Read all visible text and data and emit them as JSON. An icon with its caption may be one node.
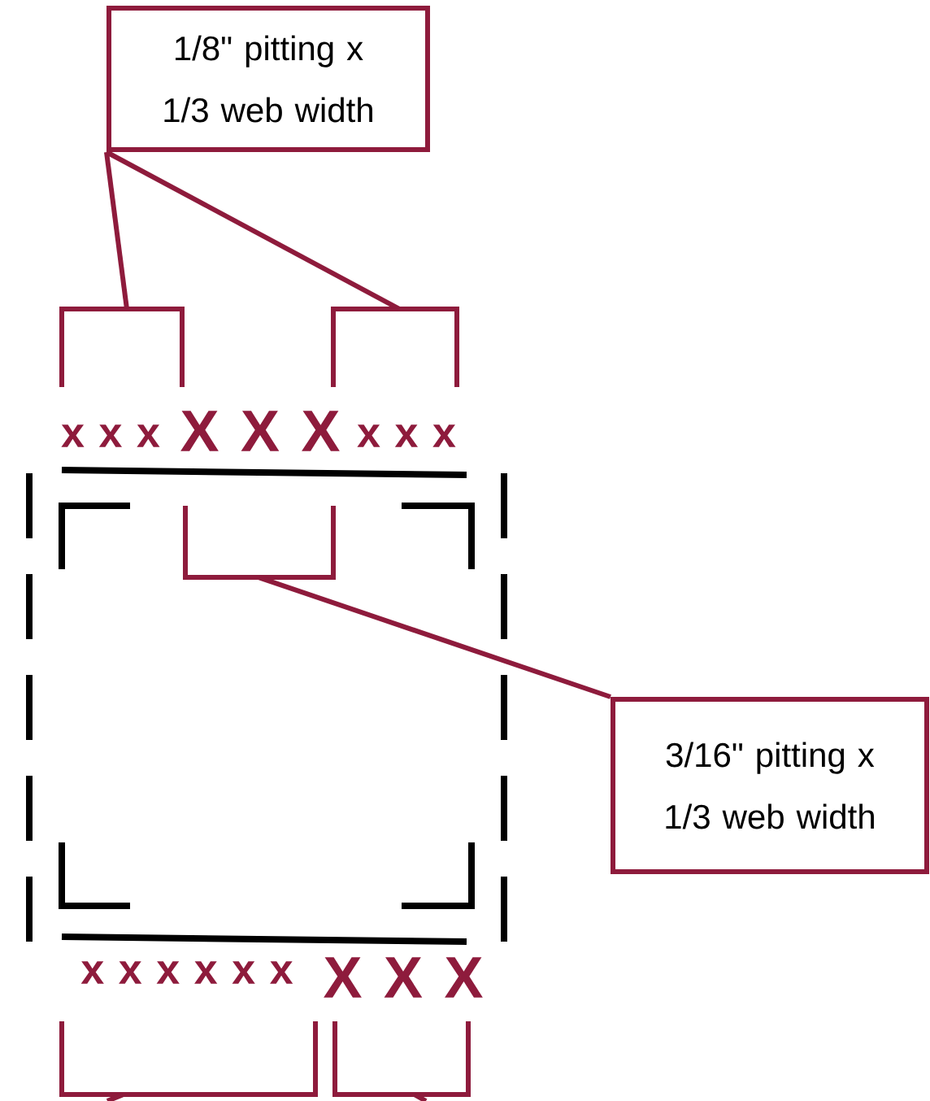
{
  "diagram": {
    "nodes": [
      {
        "text": [
          "1/8\" pitting x 1/3 web width"
        ]
      },
      {
        "text": [],
        "shape": "bracket"
      },
      {
        "text": [],
        "shape": "bracket"
      },
      {
        "text": [],
        "shape": "bracket"
      },
      {
        "text": [
          "3/16\" pitting x 1/3 web width"
        ]
      },
      {
        "text": [],
        "shape": "bracket"
      },
      {
        "text": [],
        "shape": "bracket"
      }
    ],
    "edges": [
      {
        "from": 0,
        "to": 1,
        "arrow": "none"
      },
      {
        "from": 0,
        "to": 2,
        "arrow": "none"
      },
      {
        "from": 4,
        "to": 3,
        "arrow": "none"
      },
      {
        "from": null,
        "to": 5,
        "arrow": "none"
      },
      {
        "from": null,
        "to": 6,
        "arrow": "none"
      }
    ],
    "labels": [
      "x x x",
      "X X X",
      "x x x",
      "x x x x x x",
      "X X X"
    ]
  }
}
